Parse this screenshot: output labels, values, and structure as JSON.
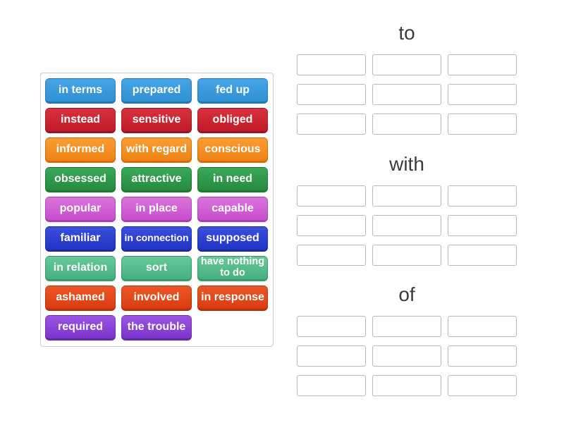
{
  "page": {
    "background": "#ffffff"
  },
  "groups": [
    {
      "name": "to",
      "slots": 9
    },
    {
      "name": "with",
      "slots": 9
    },
    {
      "name": "of",
      "slots": 9
    }
  ],
  "tiles": [
    {
      "label": "in terms",
      "color": "blue"
    },
    {
      "label": "prepared",
      "color": "blue"
    },
    {
      "label": "fed up",
      "color": "blue"
    },
    {
      "label": "instead",
      "color": "red"
    },
    {
      "label": "sensitive",
      "color": "red"
    },
    {
      "label": "obliged",
      "color": "red"
    },
    {
      "label": "informed",
      "color": "orange"
    },
    {
      "label": "with regard",
      "color": "orange"
    },
    {
      "label": "conscious",
      "color": "orange"
    },
    {
      "label": "obsessed",
      "color": "green"
    },
    {
      "label": "attractive",
      "color": "green"
    },
    {
      "label": "in need",
      "color": "green"
    },
    {
      "label": "popular",
      "color": "orchid"
    },
    {
      "label": "in place",
      "color": "orchid"
    },
    {
      "label": "capable",
      "color": "orchid"
    },
    {
      "label": "familiar",
      "color": "royal"
    },
    {
      "label": "in connection",
      "color": "royal"
    },
    {
      "label": "supposed",
      "color": "royal"
    },
    {
      "label": "in relation",
      "color": "seagreen"
    },
    {
      "label": "sort",
      "color": "seagreen"
    },
    {
      "label": "have nothing\nto do",
      "color": "seagreen"
    },
    {
      "label": "ashamed",
      "color": "vermilion"
    },
    {
      "label": "involved",
      "color": "vermilion"
    },
    {
      "label": "in response",
      "color": "vermilion"
    },
    {
      "label": "required",
      "color": "purple"
    },
    {
      "label": "the trouble",
      "color": "purple"
    }
  ],
  "palette": {
    "blue": {
      "top": "#46a5e6",
      "bottom": "#2f90d2",
      "edge": "#2576b4"
    },
    "red": {
      "top": "#d5323e",
      "bottom": "#c01b29",
      "edge": "#9c1320"
    },
    "orange": {
      "top": "#f99d33",
      "bottom": "#f08214",
      "edge": "#ce6e0d"
    },
    "green": {
      "top": "#3aa85a",
      "bottom": "#268a3f",
      "edge": "#1d7733"
    },
    "orchid": {
      "top": "#da74dc",
      "bottom": "#c84ecd",
      "edge": "#ad3cb2"
    },
    "royal": {
      "top": "#3a50dc",
      "bottom": "#2134c5",
      "edge": "#1b2a9d"
    },
    "seagreen": {
      "top": "#66c999",
      "bottom": "#47b07d",
      "edge": "#3a9c6b"
    },
    "vermilion": {
      "top": "#ec5728",
      "bottom": "#d93c10",
      "edge": "#b5300a"
    },
    "purple": {
      "top": "#9955e3",
      "bottom": "#7d33cb",
      "edge": "#6628ab"
    }
  },
  "colors": {
    "tile_text": "#ffffff",
    "header_text": "#3b3b3b",
    "slot_border": "#b8b8b8",
    "panel_border": "#cccccc"
  }
}
